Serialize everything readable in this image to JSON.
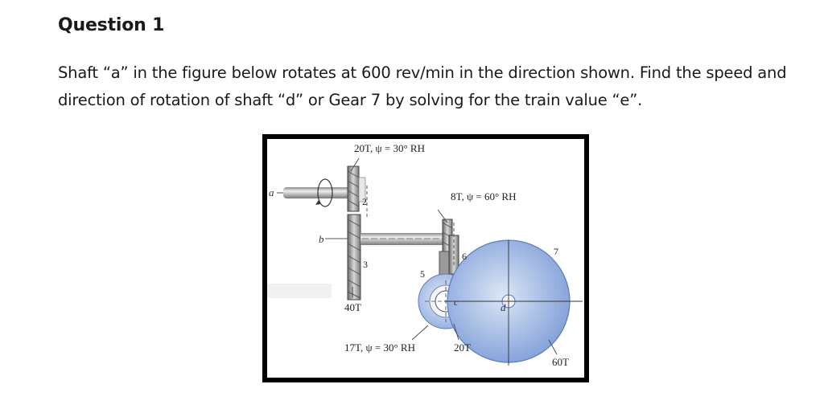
{
  "heading": "Question 1",
  "paragraph": {
    "line1": "Shaft “a” in the figure below rotates at 600 rev/min in the direction shown.  Find the speed and",
    "line2": "direction of rotation of shaft “d” or Gear 7 by solving for the train value “e”."
  },
  "figure": {
    "shafts": {
      "a": "a",
      "b": "b",
      "c": "c",
      "d": "d"
    },
    "gear_numbers": {
      "g2": "2",
      "g3": "3",
      "g5": "5",
      "g6": "6",
      "g7": "7"
    },
    "callouts": {
      "gear2": "20T, ψ = 30° RH",
      "gear3": "40T",
      "gear5": "17T, ψ = 30° RH",
      "gear6": "8T, ψ = 60° RH",
      "gear6_teeth": "20T",
      "gear7": "60T"
    }
  }
}
